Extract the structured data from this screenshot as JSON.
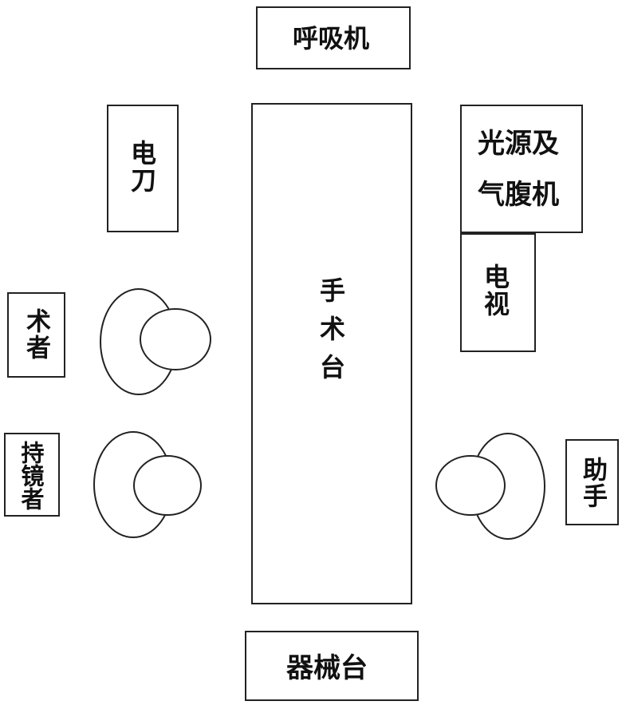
{
  "labels": {
    "ventilator": "呼吸机",
    "electrosurgical_knife": "电刀",
    "light_source_and_insufflator": [
      "光源及",
      "气腹机"
    ],
    "video_monitor": "电视",
    "operating_table": "手术台",
    "surgeon": "术者",
    "scope_holder": "持镜者",
    "assistant": "助手",
    "instrument_table": "器械台"
  }
}
